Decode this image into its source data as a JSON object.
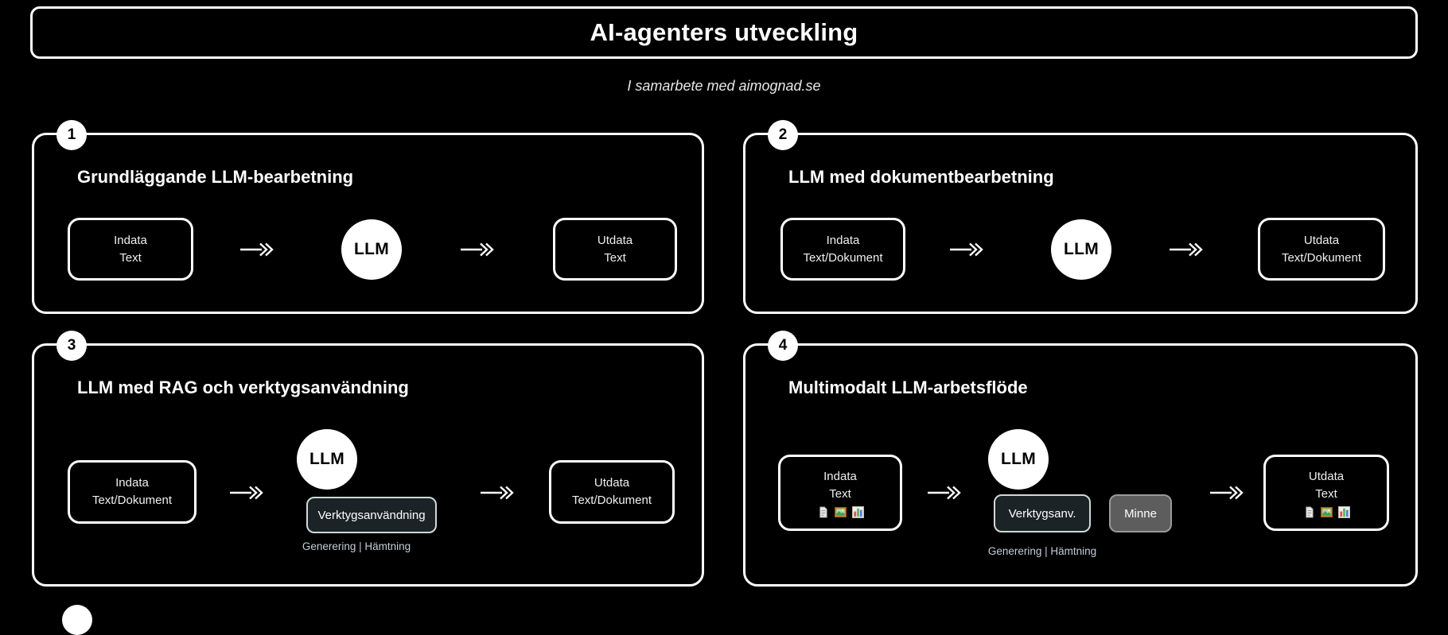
{
  "header": {
    "title": "AI-agenters utveckling"
  },
  "subtitle": "I samarbete med aimognad.se",
  "panels": [
    {
      "number": "1",
      "title": "Grundläggande LLM-bearbetning",
      "input_line1": "Indata",
      "input_line2": "Text",
      "llm_label": "LLM",
      "output_line1": "Utdata",
      "output_line2": "Text"
    },
    {
      "number": "2",
      "title": "LLM med dokumentbearbetning",
      "input_line1": "Indata",
      "input_line2": "Text/Dokument",
      "llm_label": "LLM",
      "output_line1": "Utdata",
      "output_line2": "Text/Dokument"
    },
    {
      "number": "3",
      "title": "LLM med RAG och verktygsanvändning",
      "input_line1": "Indata",
      "input_line2": "Text/Dokument",
      "llm_label": "LLM",
      "tool_label": "Verktygsanvändning",
      "caption": "Generering | Hämtning",
      "output_line1": "Utdata",
      "output_line2": "Text/Dokument"
    },
    {
      "number": "4",
      "title": "Multimodalt LLM-arbetsflöde",
      "input_line1": "Indata",
      "input_line2": "Text",
      "io_icons": [
        "document-icon",
        "image-icon",
        "bar-chart-icon"
      ],
      "llm_label": "LLM",
      "tool_label": "Verktygsanv.",
      "memory_label": "Minne",
      "caption": "Generering | Hämtning",
      "output_line1": "Utdata",
      "output_line2": "Text"
    }
  ],
  "colors": {
    "background": "#000000",
    "border": "#ffffff",
    "llm_node_fill": "#ffffff",
    "tool_node_fill": "#1c2326",
    "tool_node_border": "#cfd9d6",
    "memory_node_fill": "#5d5d5d",
    "memory_node_border": "#9a9a9a",
    "caption_text": "#c5cdd9"
  }
}
